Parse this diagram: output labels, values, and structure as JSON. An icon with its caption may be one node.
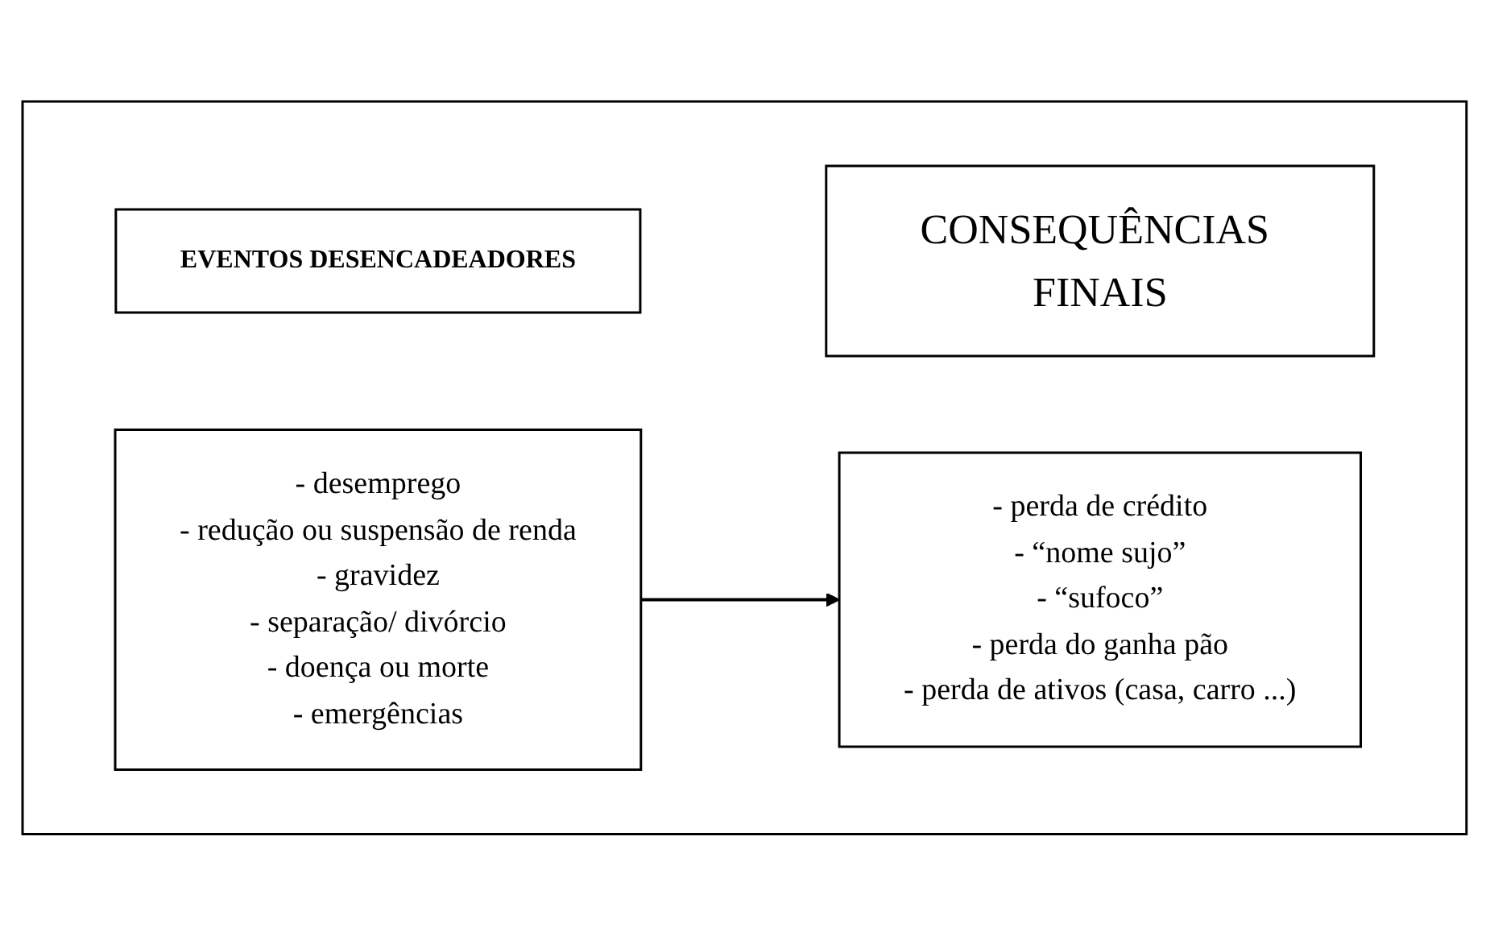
{
  "diagram": {
    "nodes": [
      {
        "text": [],
        "shape": "box"
      },
      {
        "text": [
          "EVENTOS DESENCADEADORES"
        ],
        "in": 0
      },
      {
        "text": [
          "CONSEQUÊNCIAS FINAIS"
        ],
        "in": 0
      },
      {
        "text": [
          "- desemprego",
          "- redução ou suspensão de renda",
          "- gravidez",
          "- separação/ divórcio",
          "- doença ou morte",
          "- emergências"
        ],
        "in": 0
      },
      {
        "text": [
          "- perda de crédito",
          "- “nome sujo”",
          "- “sufoco”",
          "- perda do ganha pão",
          "- perda de ativos (casa, carro ...)"
        ],
        "in": 0
      }
    ],
    "edges": [
      {
        "from": 3,
        "to": 4,
        "arrow": "to"
      }
    ]
  }
}
